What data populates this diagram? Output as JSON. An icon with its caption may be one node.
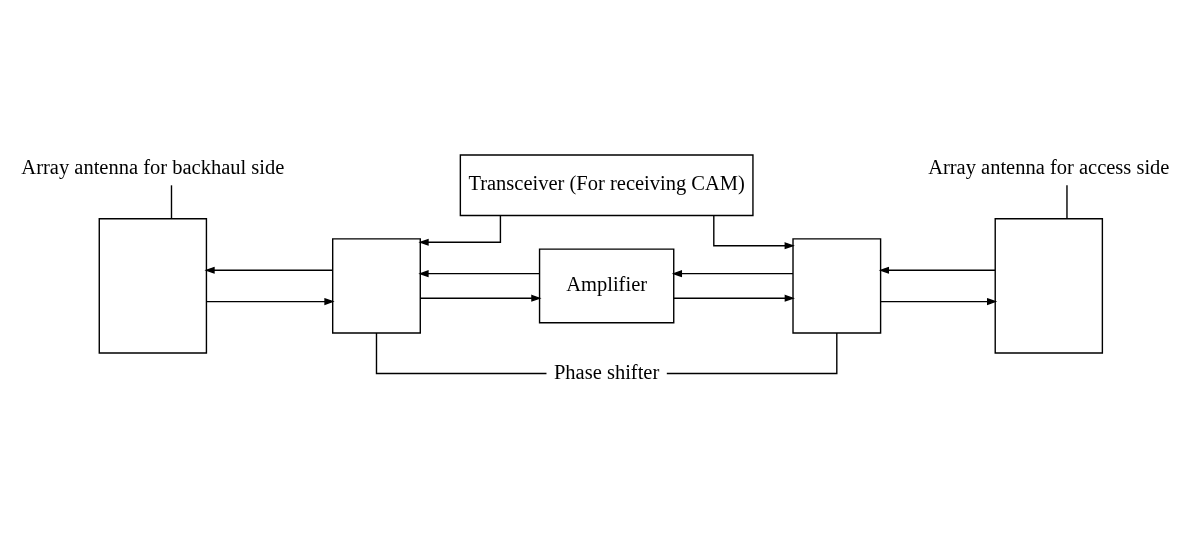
{
  "diagram": {
    "nodes": [
      {
        "text": [
          "Transceiver (For receiving CAM)"
        ]
      },
      {
        "text": [
          "Array antenna for backhaul side"
        ]
      },
      {
        "text": [
          "Array antenna for access side"
        ]
      },
      {
        "text": [],
        "shape": "box"
      },
      {
        "text": [],
        "shape": "box"
      },
      {
        "text": [
          "Amplifier"
        ]
      },
      {
        "text": [],
        "shape": "box"
      },
      {
        "text": [],
        "shape": "box"
      },
      {
        "text": [
          "Phase shifter"
        ]
      }
    ],
    "edges": [
      {
        "from": 0,
        "to": 4,
        "arrow": "to"
      },
      {
        "from": 0,
        "to": 6,
        "arrow": "to"
      },
      {
        "from": 3,
        "to": 4,
        "arrow": "to"
      },
      {
        "from": 4,
        "to": 3,
        "arrow": "to"
      },
      {
        "from": 4,
        "to": 5,
        "arrow": "to"
      },
      {
        "from": 5,
        "to": 4,
        "arrow": "to"
      },
      {
        "from": 5,
        "to": 6,
        "arrow": "to"
      },
      {
        "from": 6,
        "to": 5,
        "arrow": "to"
      },
      {
        "from": 6,
        "to": 7,
        "arrow": "to"
      },
      {
        "from": 7,
        "to": 6,
        "arrow": "to"
      },
      {
        "from": 1,
        "to": 3,
        "arrow": "none"
      },
      {
        "from": 2,
        "to": 7,
        "arrow": "none"
      },
      {
        "from": 8,
        "to": 4,
        "arrow": "none"
      },
      {
        "from": 8,
        "to": 6,
        "arrow": "none"
      }
    ]
  }
}
